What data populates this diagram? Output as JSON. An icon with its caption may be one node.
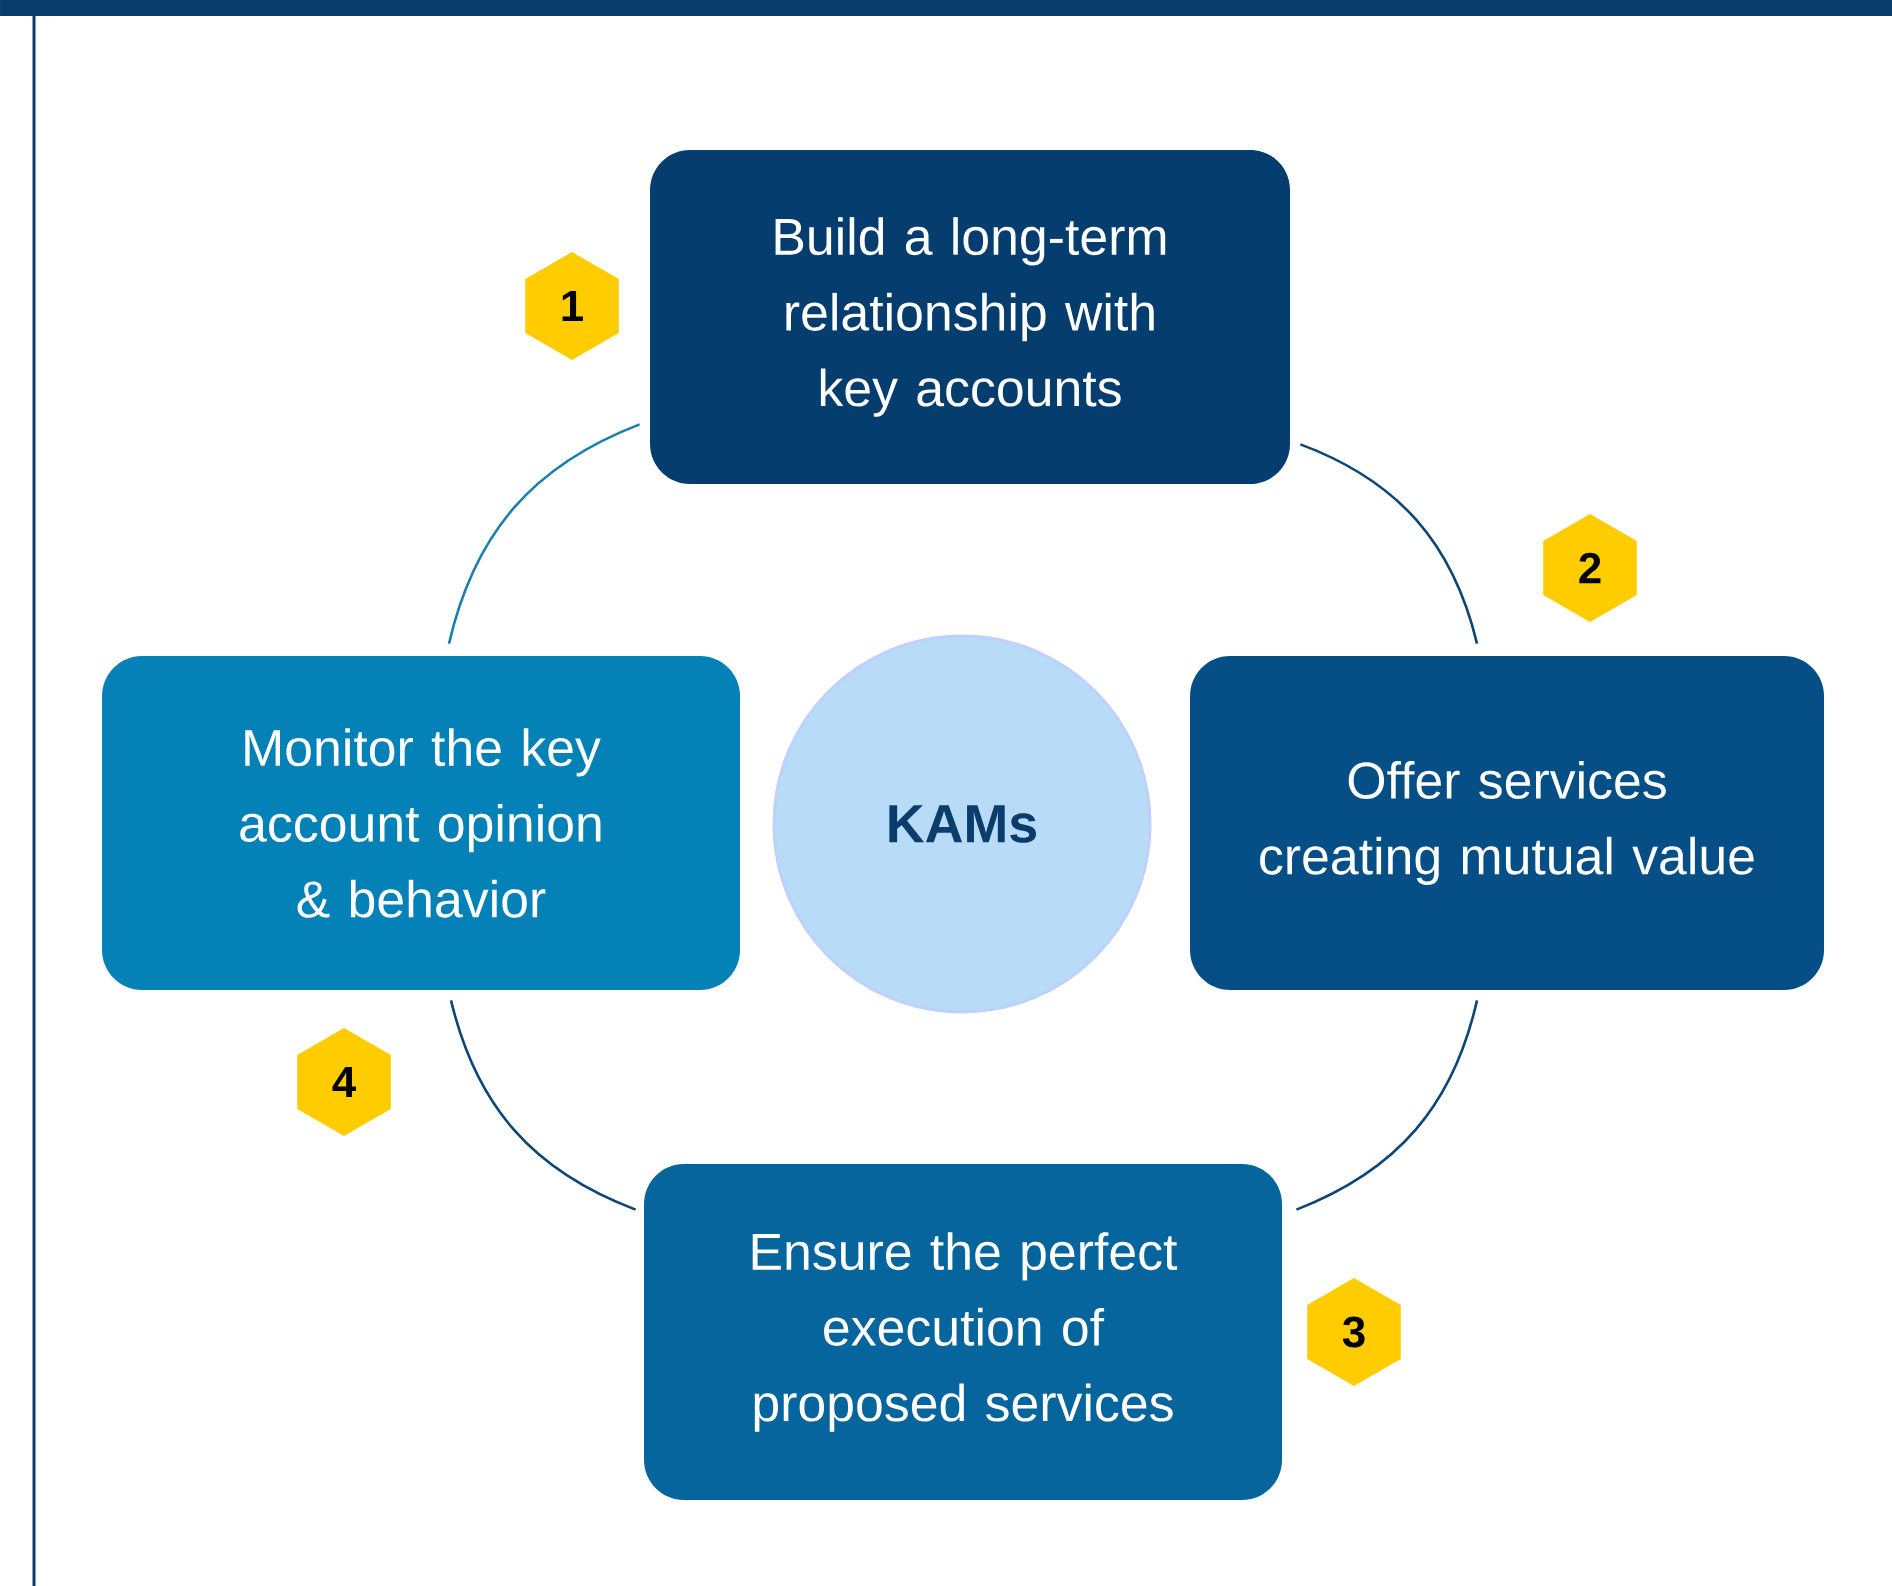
{
  "diagram": {
    "nodes": [
      {
        "text": [
          "Build a long-term relationship with key accounts"
        ],
        "beside": [
          "1"
        ]
      },
      {
        "text": [
          "Offer services creating mutual value"
        ],
        "beside": [
          "2"
        ]
      },
      {
        "text": [
          "Ensure the perfect execution of proposed services"
        ],
        "beside": [
          "3"
        ]
      },
      {
        "text": [
          "Monitor the key account opinion & behavior"
        ],
        "beside": [
          "4"
        ]
      },
      {
        "text": [
          "KAMs"
        ]
      }
    ],
    "edges": [
      {
        "from": 0,
        "to": 1,
        "arrow": "none",
        "color": "#0b4677"
      },
      {
        "from": 1,
        "to": 2,
        "arrow": "none",
        "color": "#0b4677"
      },
      {
        "from": 2,
        "to": 3,
        "arrow": "none",
        "color": "#0b4677"
      },
      {
        "from": 3,
        "to": 0,
        "arrow": "none",
        "color": "#1a7fb0"
      }
    ]
  }
}
